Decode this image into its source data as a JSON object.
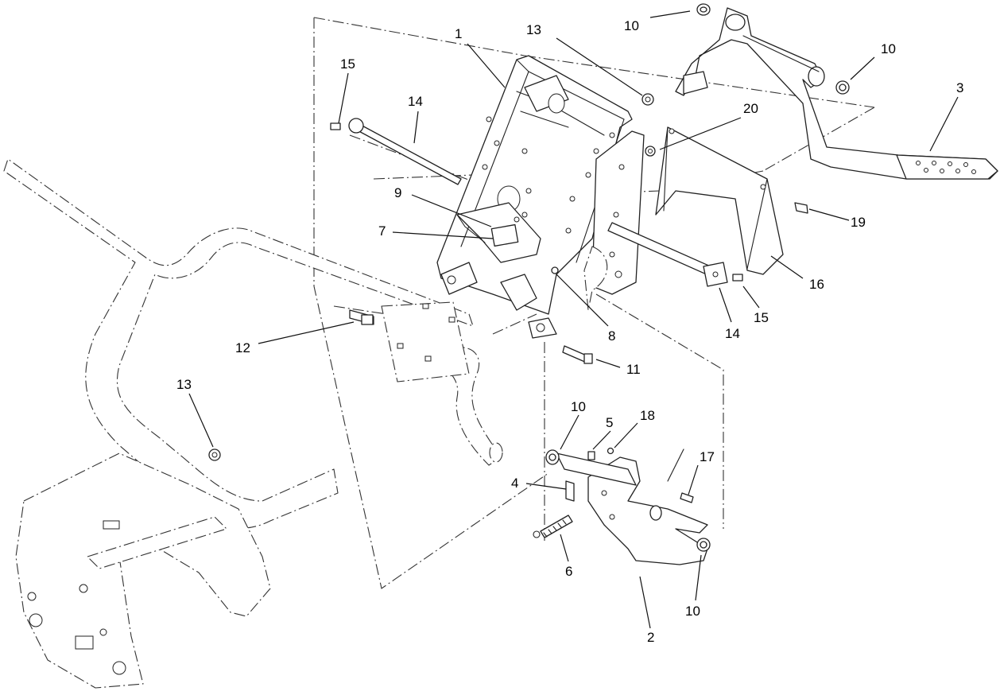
{
  "callouts": {
    "c1": "1",
    "c2": "2",
    "c3": "3",
    "c4": "4",
    "c5": "5",
    "c6": "6",
    "c7": "7",
    "c8": "8",
    "c9": "9",
    "c10a": "10",
    "c10b": "10",
    "c10c": "10",
    "c10d": "10",
    "c11": "11",
    "c12": "12",
    "c13a": "13",
    "c13b": "13",
    "c14a": "14",
    "c14b": "14",
    "c15a": "15",
    "c15b": "15",
    "c16": "16",
    "c17": "17",
    "c18": "18",
    "c19": "19",
    "c20": "20"
  }
}
